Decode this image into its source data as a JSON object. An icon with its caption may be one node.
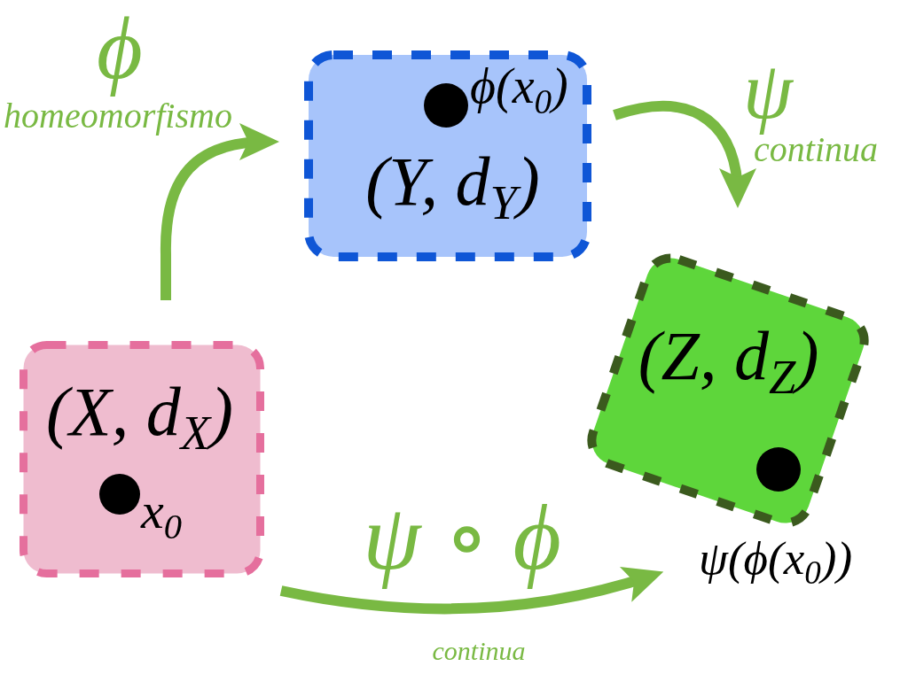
{
  "diagram": {
    "nodes": [
      {
        "text": [
          "(X, d$_{X}$)"
        ]
      },
      {
        "text": [],
        "shape": "circle",
        "in": 0,
        "beside": [
          "x$_{0}$"
        ]
      },
      {
        "text": [
          "(Y, d$_{Y}$)"
        ]
      },
      {
        "text": [],
        "shape": "circle",
        "in": 2,
        "beside": [
          "ϕ(x$_{0}$)"
        ]
      },
      {
        "text": [
          "(Z, d$_{Z}$)"
        ]
      },
      {
        "text": [],
        "shape": "circle",
        "in": 4,
        "beside": [
          "ψ(ϕ(x$_{0}$))"
        ]
      }
    ],
    "edges": [
      {
        "from": 0,
        "to": 2,
        "arrow": "to",
        "label": "ϕ"
      },
      {
        "from": 2,
        "to": 4,
        "arrow": "to",
        "label": "ψ"
      },
      {
        "from": 0,
        "to": 4,
        "arrow": "to",
        "label": "ψ ∘ ϕ"
      }
    ],
    "labels": [
      "homeomorfismo",
      "continua",
      "continua"
    ]
  }
}
